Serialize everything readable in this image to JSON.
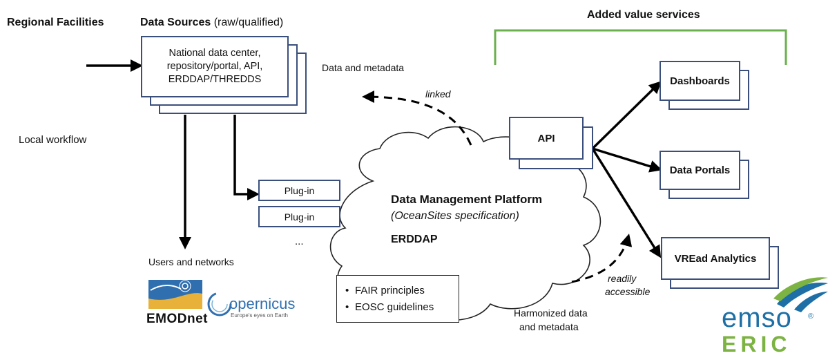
{
  "headers": {
    "regional_facilities": "Regional Facilities",
    "data_sources_bold": "Data Sources",
    "data_sources_rest": "(raw/qualified)",
    "added_value": "Added  value services"
  },
  "labels": {
    "local_workflow": "Local workflow",
    "data_and_metadata": "Data and metadata",
    "linked": "linked",
    "users_networks": "Users and networks",
    "ellipsis": "...",
    "readily": "readily",
    "accessible": "accessible",
    "harmonized_1": "Harmonized data",
    "harmonized_2": "and metadata"
  },
  "data_source_box": {
    "lines": [
      "National data center,",
      "repository/portal, API,",
      "ERDDAP/THREDDS"
    ]
  },
  "plugins": [
    "Plug-in",
    "Plug-in"
  ],
  "platform": {
    "title": "Data Management Platform",
    "spec": "(OceanSites specification)",
    "erddap": "ERDDAP"
  },
  "principles": [
    "FAIR principles",
    "EOSC guidelines"
  ],
  "services": {
    "api": "API",
    "dashboards": "Dashboards",
    "data_portals": "Data Portals",
    "vre": "VREad Analytics"
  },
  "logos": {
    "emodnet": "EMODnet",
    "copernicus_main": "opernicus",
    "copernicus_sub": "Europe's eyes on Earth",
    "emso": "emso",
    "eric": "ERIC",
    "registered": "®"
  },
  "colors": {
    "box_border": "#3b4f7d",
    "bracket": "#6ab04c",
    "arrow": "#000000",
    "emso_blue": "#1d6fa5",
    "emso_green": "#7cb342",
    "emodnet_yellow": "#e8b13a",
    "emodnet_blue": "#2f6fb0"
  }
}
